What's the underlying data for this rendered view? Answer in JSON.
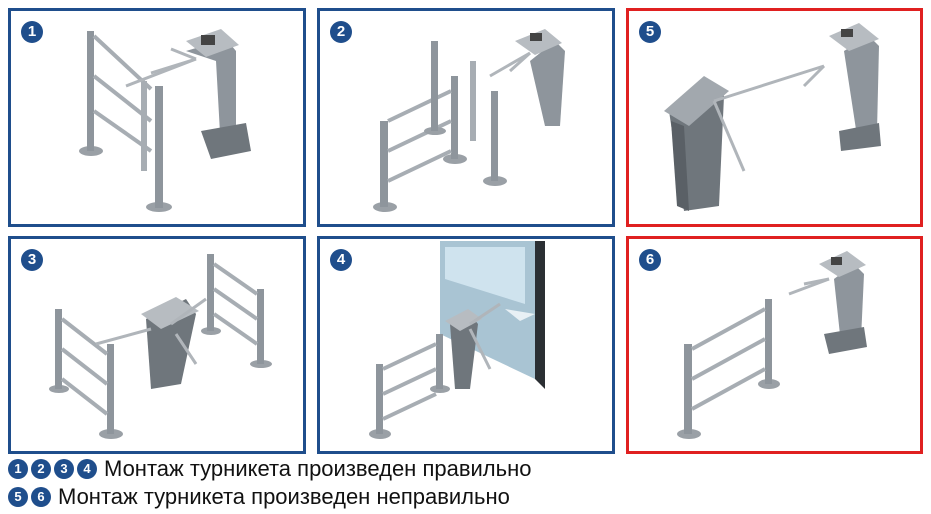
{
  "panels": [
    {
      "number": "1",
      "status": "correct"
    },
    {
      "number": "2",
      "status": "correct"
    },
    {
      "number": "5",
      "status": "incorrect"
    },
    {
      "number": "3",
      "status": "correct"
    },
    {
      "number": "4",
      "status": "correct"
    },
    {
      "number": "6",
      "status": "incorrect"
    }
  ],
  "legend": [
    {
      "numbers": [
        "1",
        "2",
        "3",
        "4"
      ],
      "text": "Монтаж турникета произведен правильно"
    },
    {
      "numbers": [
        "5",
        "6"
      ],
      "text": "Монтаж турникета произведен неправильно"
    }
  ],
  "colors": {
    "correct_border": "#1f4e8c",
    "incorrect_border": "#e02020",
    "badge": "#1f4e8c"
  }
}
